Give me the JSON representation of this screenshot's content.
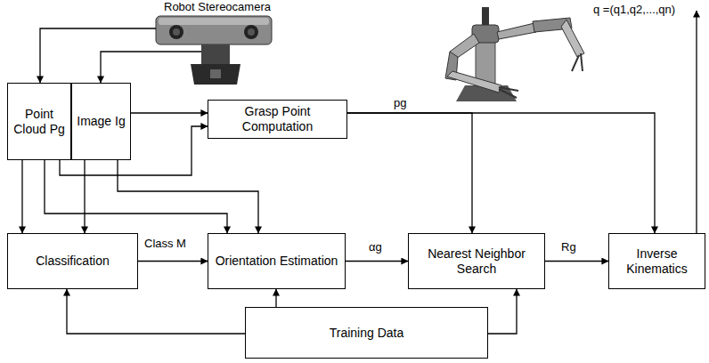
{
  "diagram": {
    "nodes": [
      {
        "text": [
          "Point Cloud Pg"
        ]
      },
      {
        "text": [
          "Image Ig"
        ]
      },
      {
        "text": [
          "Grasp Point Computation"
        ]
      },
      {
        "text": [
          "Classification"
        ]
      },
      {
        "text": [
          "Orientation Estimation"
        ]
      },
      {
        "text": [
          "Nearest Neighbor Search"
        ]
      },
      {
        "text": [
          "Inverse Kinematics"
        ]
      },
      {
        "text": [
          "Training Data"
        ]
      }
    ],
    "edges": [
      {
        "from": 0,
        "to": 3,
        "arrow": "to"
      },
      {
        "from": 1,
        "to": 3,
        "arrow": "to"
      },
      {
        "from": 1,
        "to": 2,
        "arrow": "to"
      },
      {
        "from": 0,
        "to": 2,
        "arrow": "to"
      },
      {
        "from": 0,
        "to": 4,
        "arrow": "to"
      },
      {
        "from": 1,
        "to": 4,
        "arrow": "to"
      },
      {
        "from": 3,
        "to": 4,
        "label": "Class M",
        "arrow": "to"
      },
      {
        "from": 4,
        "to": 5,
        "label": "αg",
        "arrow": "to"
      },
      {
        "from": 2,
        "to": 5,
        "label": "pg",
        "arrow": "to"
      },
      {
        "from": 2,
        "to": 6,
        "arrow": "to"
      },
      {
        "from": 5,
        "to": 6,
        "label": "Rg",
        "arrow": "to"
      },
      {
        "from": 7,
        "to": 3,
        "arrow": "to"
      },
      {
        "from": 7,
        "to": 4,
        "arrow": "to"
      },
      {
        "from": 7,
        "to": 5,
        "arrow": "to"
      }
    ],
    "labels": [
      "Robot Stereocamera",
      "q =(q1,q2,...,qn)"
    ]
  }
}
